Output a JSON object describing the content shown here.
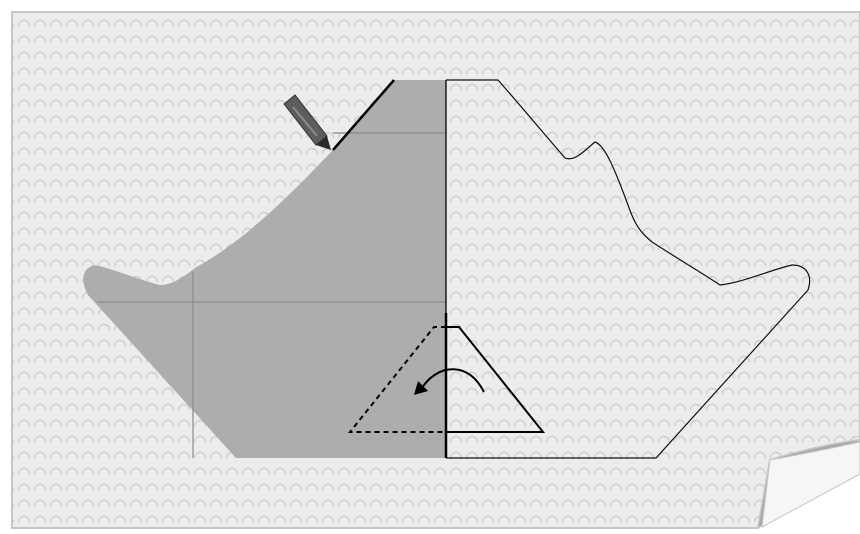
{
  "figure": {
    "type": "pattern-mirroring-illustration",
    "colors": {
      "background": "#ffffff",
      "mat": "#ececec",
      "mat_border": "#c6c6c6",
      "mat_texture": "#c9c9c9",
      "shaded_half": "#acadaf",
      "outline": "#000000",
      "fold_lines": "#8a8a8a",
      "curl_back": "#a9a9a9",
      "curl_front": "#f6f6f6",
      "pen": "#5d5d5d"
    },
    "elements": {
      "cutting_mat": "cutting-mat",
      "page_curl": "page-curl",
      "pattern_left_half": "pattern-left-half-shaded",
      "pattern_right_half": "pattern-right-half-outline",
      "center_line": "center-fold-line",
      "triangle_original": "triangle-solid",
      "triangle_mirrored": "triangle-dashed",
      "rotate_arrow": "rotate-arrow-icon",
      "pen": "marking-pen-icon"
    }
  }
}
